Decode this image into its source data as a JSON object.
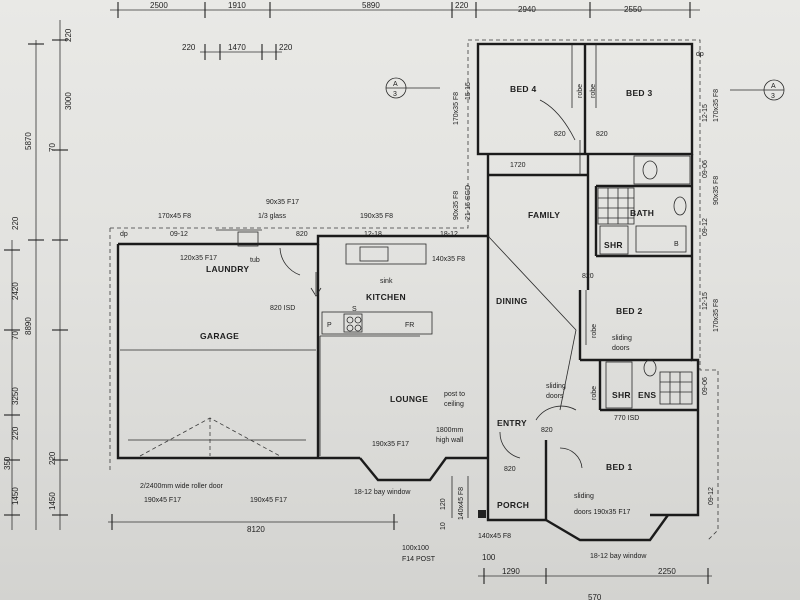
{
  "rooms": {
    "bed4": "BED 4",
    "bed3": "BED 3",
    "family": "FAMILY",
    "bath": "BATH",
    "laundry": "LAUNDRY",
    "kitchen": "KITCHEN",
    "dining": "DINING",
    "garage": "GARAGE",
    "bed2": "BED 2",
    "lounge": "LOUNGE",
    "entry": "ENTRY",
    "bed1": "BED 1",
    "porch": "PORCH",
    "shr1": "SHR",
    "shr2": "SHR",
    "ens": "ENS"
  },
  "fixtures": {
    "fr": "FR",
    "p": "P",
    "tub": "tub",
    "sink": "sink",
    "s": "S",
    "b": "B",
    "robe1": "robe",
    "robe2": "robe",
    "robe3": "robe",
    "robe4": "robe",
    "dp1": "dp",
    "dp2": "dp"
  },
  "top_dims": [
    "2500",
    "1910",
    "5890",
    "220",
    "2940",
    "2550"
  ],
  "top_dims2": [
    "220",
    "1470",
    "220"
  ],
  "left_dims": [
    "5870",
    "8890",
    "220",
    "3000",
    "70",
    "220",
    "2420",
    "70",
    "3250",
    "220",
    "1450",
    "350",
    "220",
    "1450"
  ],
  "bottom_dims": [
    "8120",
    "100",
    "1290",
    "2250"
  ],
  "notes": {
    "beam1": "90x35 F17",
    "glass": "1/3 glass",
    "b1": "170x45 F8",
    "b2": "190x35 F8",
    "b3": "09-12",
    "b4": "12-18",
    "b5": "18-12",
    "b6": "120x35 F17",
    "b7": "140x35 F8",
    "d820a": "820",
    "d820b": "820 ISD",
    "d820c": "820",
    "d820d": "820",
    "d820e": "820",
    "d820f": "820",
    "d820g": "820",
    "d770": "770 ISD",
    "d1720": "1720",
    "post": "post to",
    "ceiling": "ceiling",
    "wall1800": "1800mm",
    "highwall": "high wall",
    "bay1": "190x35 F17",
    "bay2": "18-12 bay window",
    "roller": "2/2400mm wide roller door",
    "g1": "190x45 F17",
    "g2": "190x45 F17",
    "sliding": "sliding",
    "doors": "doors",
    "sliding2": "sliding",
    "doors2": "doors 190x35 F17",
    "bay3": "18-12 bay window",
    "p1": "140x45 F8",
    "p2": "100x100",
    "p3": "F14 POST",
    "v1": "170x35 F8",
    "v2": "15-15",
    "v3": "90x35 F8",
    "v4": "21-15 SGD",
    "v5": "12-15",
    "v6": "09-06",
    "v7": "09-12",
    "v8": "170x35 F8",
    "v9": "12-15",
    "v10": "09-06",
    "v11": "90x35 F8",
    "v12": "09-12",
    "v13": "170x35 F8",
    "sd1": "sliding",
    "sd2": "doors",
    "w10": "10",
    "w120": "120",
    "w45": "140x45 F8",
    "bottom_cut": "570"
  },
  "section_markers": [
    {
      "letter": "A",
      "num": "3"
    },
    {
      "letter": "A",
      "num": "3"
    }
  ]
}
